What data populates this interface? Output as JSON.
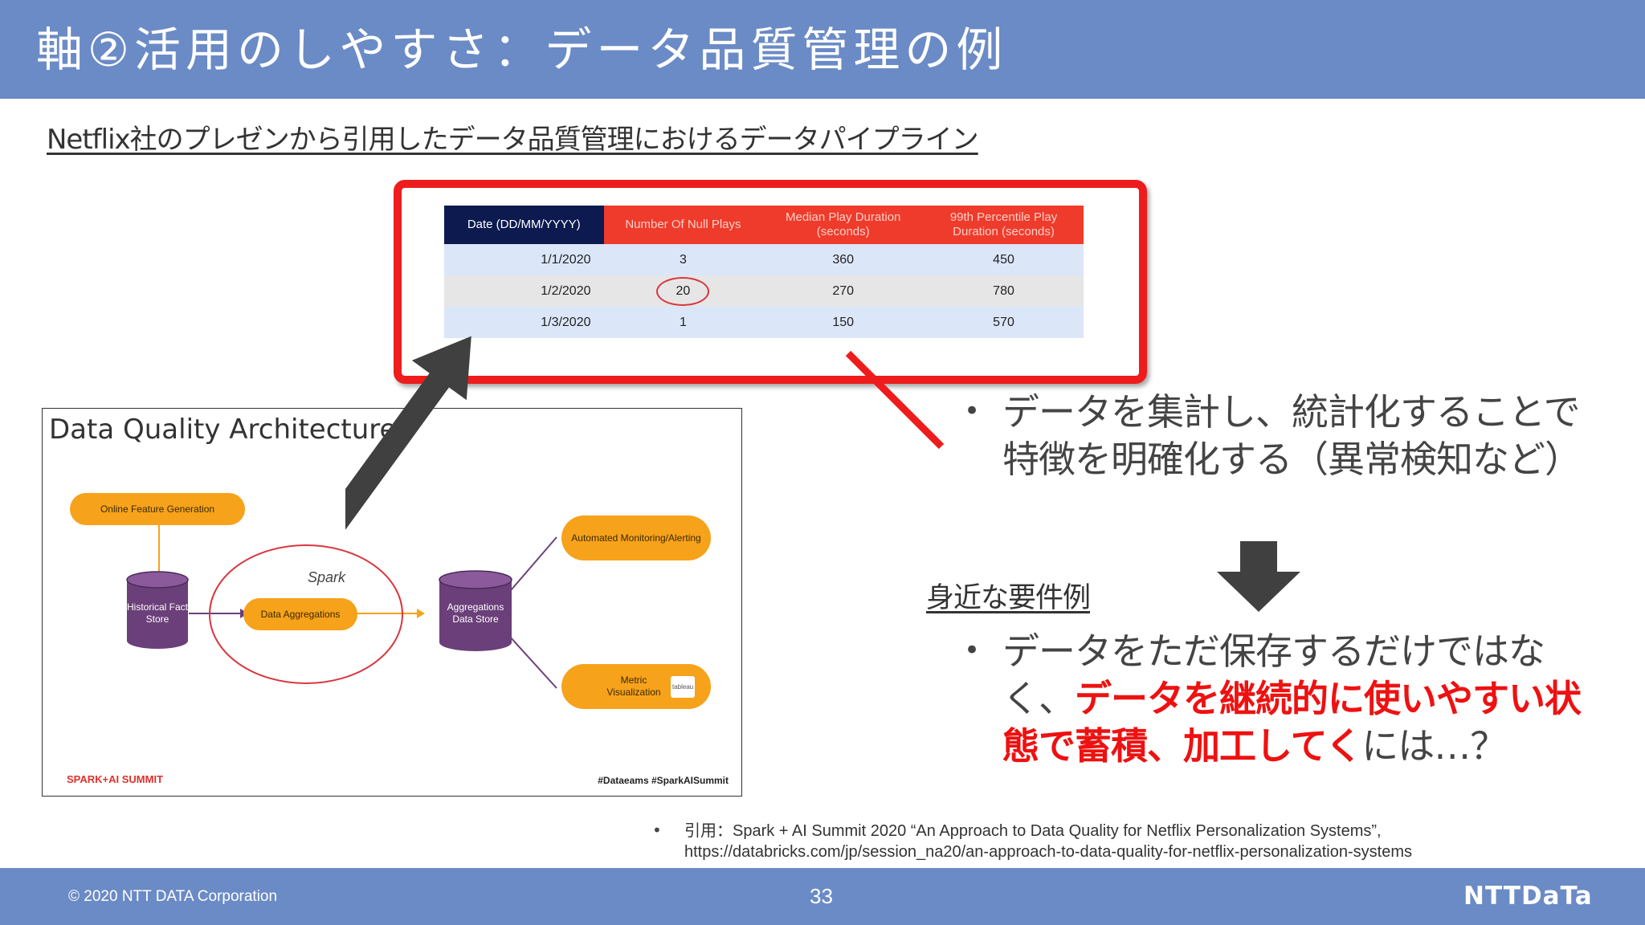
{
  "header": {
    "title": "軸②活用のしやすさ：データ品質管理の例"
  },
  "subtitle": "Netflix社のプレゼンから引用したデータ品質管理におけるデータパイプライン",
  "table": {
    "headers": [
      "Date (DD/MM/YYYY)",
      "Number Of Null Plays",
      "Median Play Duration (seconds)",
      "99th Percentile Play Duration (seconds)"
    ],
    "rows": [
      [
        "1/1/2020",
        "3",
        "360",
        "450"
      ],
      [
        "1/2/2020",
        "20",
        "270",
        "780"
      ],
      [
        "1/3/2020",
        "1",
        "150",
        "570"
      ]
    ]
  },
  "diagram": {
    "title": "Data Quality Architecture",
    "nodes": {
      "online_feature": "Online Feature Generation",
      "historical": "Historical Fact Store",
      "aggregations": "Data Aggregations",
      "agg_store": "Aggregations Data Store",
      "monitoring": "Automated Monitoring/Alerting",
      "metric": "Metric Visualization"
    },
    "spark_label": "Spark",
    "tableau_label": "tableau",
    "footer_left": "SPARK+AI SUMMIT",
    "footer_right": "#Dataeams #SparkAISummit"
  },
  "bullets": {
    "bullet1": "データを集計し、統計化することで特徴を明確化する（異常検知など）",
    "requirement_label": "身近な要件例",
    "bullet2_prefix": "データをただ保存するだけではなく、",
    "bullet2_emphasis": "データを継続的に使いやすい状態で蓄積、加工してく",
    "bullet2_suffix": "には…？"
  },
  "citation": {
    "line1": "引用：Spark + AI Summit 2020 “An Approach to Data Quality for Netflix Personalization Systems”,",
    "line2": "https://databricks.com/jp/session_na20/an-approach-to-data-quality-for-netflix-personalization-systems"
  },
  "footer": {
    "copyright": "© 2020 NTT DATA Corporation",
    "page_number": "33",
    "logo": "NTTDaTa"
  },
  "colors": {
    "header_blue": "#6b8bc6",
    "highlight_red": "#ee1c1c",
    "arrow_gray": "#404040",
    "node_orange": "#f7a21b",
    "cylinder_purple": "#6b3f7a"
  }
}
